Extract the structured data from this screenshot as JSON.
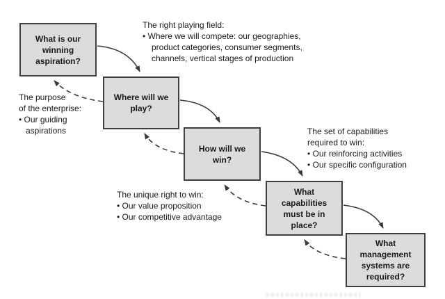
{
  "colors": {
    "background": "#ffffff",
    "box_fill": "#dcdcdc",
    "box_border": "#3f3f3f",
    "line_color": "#3a3a3a",
    "text_color": "#1a1a1a"
  },
  "boxes": [
    {
      "id": "winning-aspiration",
      "label": "What is our winning aspiration?"
    },
    {
      "id": "where-to-play",
      "label": "Where will we play?"
    },
    {
      "id": "how-to-win",
      "label": "How will we win?"
    },
    {
      "id": "capabilities",
      "label": "What capabilities must be in place?"
    },
    {
      "id": "management-systems",
      "label": "What management systems are required?"
    }
  ],
  "annotations": {
    "playing_field": {
      "lines": [
        "The right playing field:",
        "• Where we will compete: our geographies,",
        "product categories, consumer segments,",
        "channels, vertical stages of production"
      ]
    },
    "purpose": {
      "lines": [
        "The purpose",
        "of the enterprise:",
        "• Our guiding",
        "aspirations"
      ]
    },
    "capabilities": {
      "lines": [
        "The set of capabilities",
        "required to win:",
        "• Our reinforcing activities",
        "• Our specific configuration"
      ]
    },
    "right_to_win": {
      "lines": [
        "The unique right to win:",
        "• Our value proposition",
        "• Our competitive advantage"
      ]
    }
  }
}
